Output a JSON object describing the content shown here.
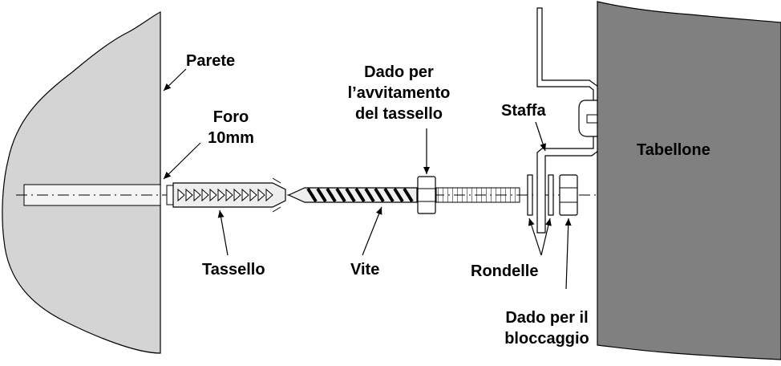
{
  "labels": {
    "parete": "Parete",
    "foro_line1": "Foro",
    "foro_line2": "10mm",
    "dado_avv_line1": "Dado per",
    "dado_avv_line2": "l’avvitamento",
    "dado_avv_line3": "del tassello",
    "staffa": "Staffa",
    "tabellone": "Tabellone",
    "tassello": "Tassello",
    "vite": "Vite",
    "rondelle": "Rondelle",
    "dado_bloc_line1": "Dado per il",
    "dado_bloc_line2": "bloccaggio"
  },
  "colors": {
    "wall_fill": "#d4d4d4",
    "board_fill": "#808080",
    "hole_fill": "#f4f4f4",
    "stroke": "#000000"
  }
}
